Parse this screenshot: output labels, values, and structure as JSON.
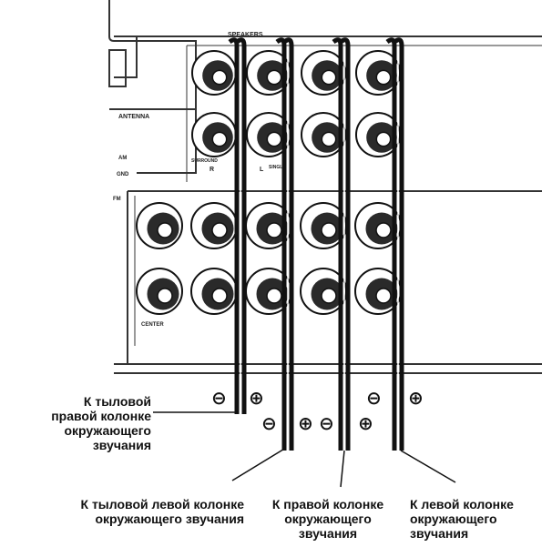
{
  "panel": {
    "speakers_label": "SPEAKERS",
    "antenna_label": "ANTENNA",
    "am_label": "AM",
    "gnd_label": "GND",
    "fm_label": "FM",
    "center_label": "CENTER",
    "surround_label": "SURROUND",
    "single_label": "SINGLE",
    "r_mark": "R",
    "l_mark": "L"
  },
  "polarity": {
    "minus": "⊖",
    "plus": "⊕"
  },
  "captions": {
    "rear_right": [
      "К тыловой",
      "правой колонке",
      "окружающего",
      "звучания"
    ],
    "rear_left": [
      "К тыловой левой колонке",
      "окружающего звучания"
    ],
    "right": [
      "К правой колонке",
      "окружающего",
      "звучания"
    ],
    "left": [
      "К левой колонке",
      "окружающего",
      "звучания"
    ]
  },
  "colors": {
    "ink": "#111111",
    "terminal_fill": "#2a2a2a",
    "panel_line": "#333333"
  }
}
